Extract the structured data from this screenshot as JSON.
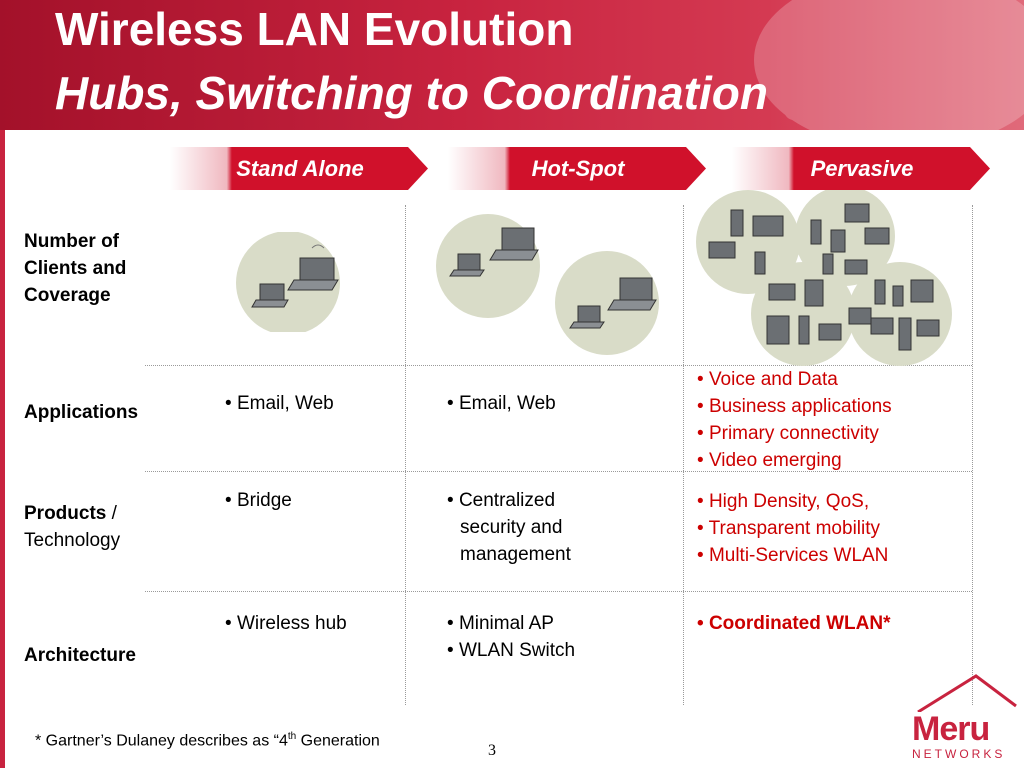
{
  "title": {
    "line1": "Wireless LAN Evolution",
    "line2": "Hubs,  Switching to Coordination"
  },
  "tabs": [
    {
      "label": "Stand Alone"
    },
    {
      "label": "Hot-Spot"
    },
    {
      "label": "Pervasive"
    }
  ],
  "rows": [
    {
      "label": "Number of Clients and Coverage"
    },
    {
      "label": "Applications"
    },
    {
      "label_part1": "Products",
      "label_part2": " / Technology"
    },
    {
      "label": "Architecture"
    }
  ],
  "applications": {
    "standalone": [
      "Email, Web"
    ],
    "hotspot": [
      "Email, Web"
    ],
    "pervasive": [
      "Voice and Data",
      "Business applications",
      "Primary connectivity",
      "Video emerging"
    ]
  },
  "products": {
    "standalone": [
      "Bridge"
    ],
    "hotspot": [
      "Centralized security and management"
    ],
    "pervasive": [
      "High Density, QoS,",
      "Transparent mobility",
      "Multi-Services WLAN"
    ]
  },
  "architecture": {
    "standalone": [
      "Wireless hub"
    ],
    "hotspot": [
      "Minimal AP",
      "WLAN Switch"
    ],
    "pervasive": [
      "Coordinated WLAN*"
    ]
  },
  "footnote": {
    "text_a": "* Gartner’s Dulaney describes as “4",
    "sup": "th",
    "text_b": " Generation"
  },
  "page_number": "3",
  "logo": {
    "word": "Meru",
    "sub": "NETWORKS"
  },
  "colors": {
    "brand_red": "#c8233f",
    "tab_red": "#d0112b",
    "text_red": "#cc0000",
    "circle": "#d9dcc8"
  }
}
